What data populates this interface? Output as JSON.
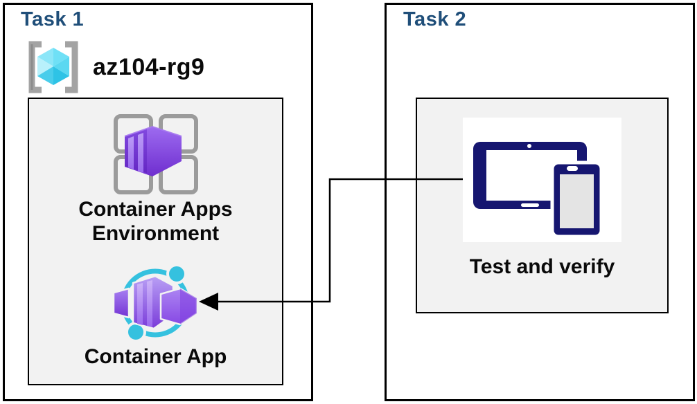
{
  "task1": {
    "title": "Task 1",
    "resource_group": {
      "icon": "resource-group-icon",
      "name": "az104-rg9"
    },
    "environment_panel": {
      "items": [
        {
          "icon": "container-apps-environment-icon",
          "label": "Container Apps Environment"
        },
        {
          "icon": "container-app-icon",
          "label": "Container App"
        }
      ]
    }
  },
  "task2": {
    "title": "Task 2",
    "panel": {
      "icon": "devices-icon",
      "label": "Test and verify"
    }
  },
  "connector": {
    "type": "elbow-arrow",
    "from": "test-and-verify-icon",
    "to": "container-app-icon"
  },
  "colors": {
    "task_title": "#1F4E79",
    "box_border": "#000000",
    "panel_background": "#F2F2F2",
    "accent_cyan": "#35C1DF",
    "accent_purple": "#7A3BD9",
    "device_navy": "#161670",
    "bracket_gray": "#A3A3A3"
  }
}
